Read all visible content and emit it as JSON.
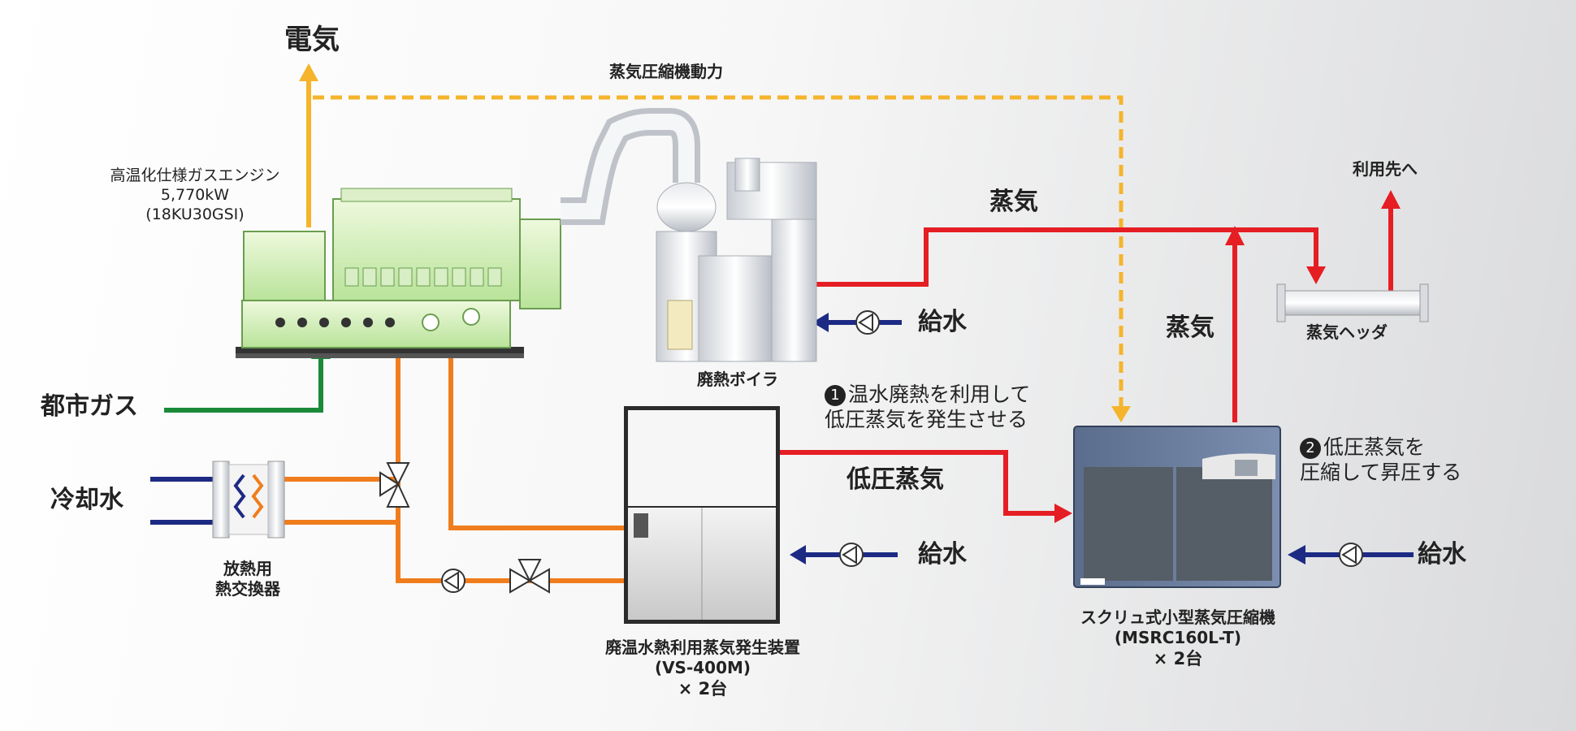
{
  "labels": {
    "electricity": "電気",
    "compressor_power": "蒸気圧縮機動力",
    "engine": [
      "高温化仕様ガスエンジン",
      "5,770kW",
      "(18KU30GSI)"
    ],
    "steam_top": "蒸気",
    "steam_right": "蒸気",
    "destination": "利用先へ",
    "steam_header": "蒸気ヘッダ",
    "feedwater_boiler": "給水",
    "feedwater_hw": "給水",
    "feedwater_comp": "給水",
    "boiler": "廃熱ボイラ",
    "city_gas": "都市ガス",
    "cooling_water": "冷却水",
    "radiator": [
      "放熱用",
      "熱交換器"
    ],
    "step1_no": "1",
    "step1_lines": [
      "温水廃熱を利用して",
      "低圧蒸気を発生させる"
    ],
    "lp_steam": "低圧蒸気",
    "step2_no": "2",
    "step2_lines": [
      "低圧蒸気を",
      "圧縮して昇圧する"
    ],
    "hw_unit": [
      "廃温水熱利用蒸気発生装置",
      "(VS-400M)",
      "× 2台"
    ],
    "compressor": [
      "スクリュ式小型蒸気圧縮機",
      "(MSRC160L-T)",
      "× 2台"
    ]
  },
  "colors": {
    "steam": "#e51e24",
    "power_dashed": "#f5b42c",
    "electricity": "#f5b42c",
    "city_gas": "#1a8a3a",
    "feedwater": "#1d2a84",
    "hot_water": "#f07d1d",
    "cooling": "#1d2a84"
  },
  "icons": [
    "pump-icon",
    "valve-icon",
    "arrow-icon"
  ]
}
